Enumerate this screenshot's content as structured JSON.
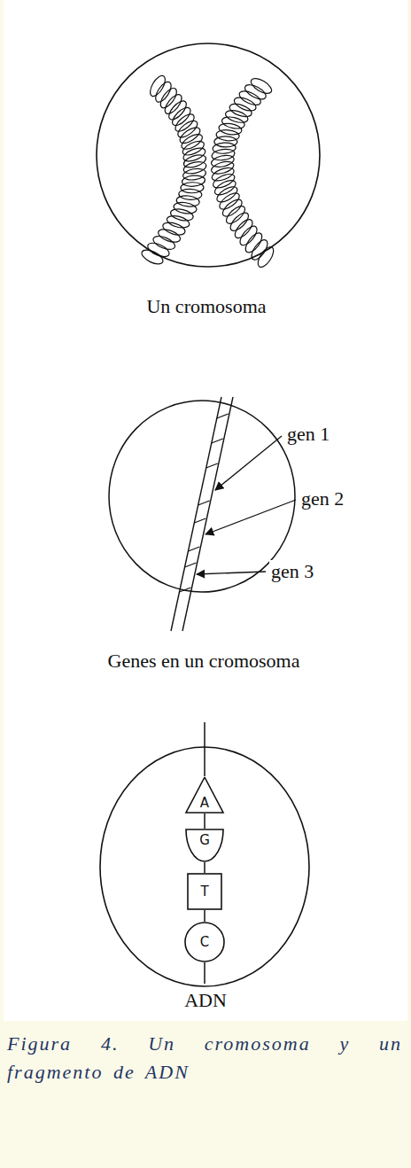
{
  "diagram": {
    "caption": "Figura 4. Un cromosoma y un fragmento de ADN",
    "nodes": [
      {
        "text": [
          "A"
        ]
      },
      {
        "text": [
          "G"
        ]
      },
      {
        "text": [
          "T"
        ]
      },
      {
        "text": [
          "C"
        ]
      }
    ],
    "edges": [
      {
        "from": 0,
        "to": 1,
        "arrow": "none"
      },
      {
        "from": 1,
        "to": 2,
        "arrow": "none"
      },
      {
        "from": 2,
        "to": 3,
        "arrow": "none"
      }
    ],
    "labels": [
      "Un cromosoma",
      "gen 1",
      "gen 2",
      "gen 3",
      "Genes en un cromosoma",
      "ADN"
    ]
  }
}
